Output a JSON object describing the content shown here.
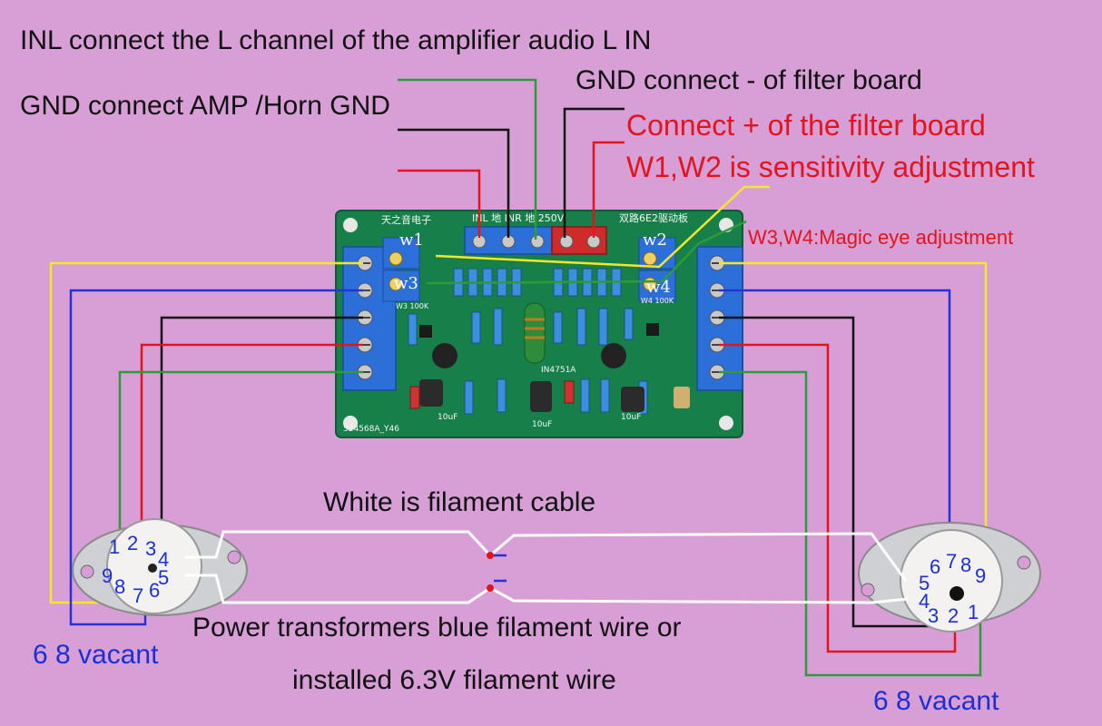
{
  "labels": {
    "inl": "INL connect the L channel of the amplifier audio L IN",
    "gnd_amp": "GND connect AMP /Horn GND",
    "gnd_filter": "GND connect - of filter board",
    "plus_filter": "Connect + of the filter board",
    "w1w2": "W1,W2 is sensitivity adjustment",
    "w3w4": "W3,W4:Magic eye adjustment",
    "white_filament": "White is filament cable",
    "power_transformer": "Power transformers blue filament wire or",
    "installed": "installed 6.3V filament wire",
    "vacant_left": "6 8 vacant",
    "vacant_right": "6 8 vacant"
  },
  "board": {
    "brand": "天之音电子",
    "terminal_labels": "INL 地 INR 地 250V",
    "title": "双路6E2驱动板",
    "pot_w1": "w1",
    "pot_w2": "w2",
    "pot_w3": "w3",
    "pot_w4": "w4",
    "pot_value_left": "W3 100K",
    "pot_value_right": "W4 100K",
    "diode": "IN4751A",
    "cap_left": "10uF",
    "cap_mid": "10uF",
    "cap_right": "10uF",
    "serial": "524568A_Y46"
  },
  "socket_left_pins": [
    "1",
    "2",
    "3",
    "4",
    "5",
    "6",
    "7",
    "8",
    "9"
  ],
  "socket_right_pins": [
    "5",
    "6",
    "7",
    "8",
    "9",
    "4",
    "3",
    "2",
    "1"
  ],
  "colors": {
    "background": "#d79fd6",
    "wire_black": "#111111",
    "wire_red": "#e3141c",
    "wire_green": "#2e9a3a",
    "wire_blue": "#2432d8",
    "wire_yellow": "#f4e62a",
    "wire_white": "#ffffff",
    "pcb": "#17804a",
    "terminal_blue": "#2d6fd8",
    "terminal_red": "#d02a2a"
  }
}
